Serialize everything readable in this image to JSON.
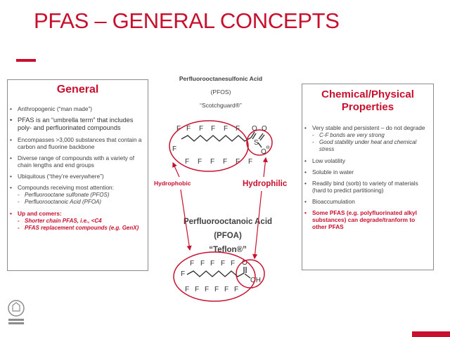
{
  "slide": {
    "title": "PFAS – GENERAL CONCEPTS",
    "accent_color": "#c8102e"
  },
  "general": {
    "heading": "General",
    "bullets": [
      {
        "text": "Anthropogenic (“man made”)"
      },
      {
        "text": "PFAS is an “umbrella term” that includes poly- and perfluorinated compounds"
      },
      {
        "text": "Encompasses >3,000 substances that contain a carbon and fluorine backbone"
      },
      {
        "text": "Diverse range of compounds with a variety of chain lengths and end groups"
      },
      {
        "text": "Ubiquitous (“they’re everywhere”)"
      },
      {
        "text": "Compounds receiving most attention:",
        "sub": [
          "Perfluorooctane sulfonate (PFOS)",
          "Perfluorooctanoic Acid (PFOA)"
        ]
      },
      {
        "text": "Up and comers:",
        "sub": [
          "Shorter chain PFAS, i.e., <C4",
          "PFAS replacement compounds (e.g. GenX)"
        ]
      }
    ]
  },
  "pfos": {
    "name": "Perfluorooctanesulfonic Acid",
    "abbr": "(PFOS)",
    "trade": "“Scotchguard®”"
  },
  "pfoa": {
    "name": "Perfluorooctanoic Acid",
    "abbr": "(PFOA)",
    "trade": "“Teflon®”"
  },
  "labels": {
    "hydrophobic": "Hydrophobic",
    "hydrophilic": "Hydrophilic"
  },
  "atoms": {
    "fluorine": "F",
    "sulfur": "S",
    "oxygen": "O",
    "hydroxyl": "OH",
    "charge": "⊖"
  },
  "properties": {
    "heading_line1": "Chemical/Physical",
    "heading_line2": "Properties",
    "bullets": [
      {
        "text": "Very stable and persistent – do not degrade",
        "sub": [
          "C-F bonds are very strong",
          "Good stability under heat and chemical stress"
        ]
      },
      {
        "text": "Low volatility"
      },
      {
        "text": "Soluble in water"
      },
      {
        "text": "Readily bind (sorb) to variety of materials (hard to predict partitioning)"
      },
      {
        "text": "Bioaccumulation"
      },
      {
        "text": "Some PFAS (e.g. polyfluorinated alkyl substances) can degrade/tranform to other PFAS"
      }
    ]
  }
}
